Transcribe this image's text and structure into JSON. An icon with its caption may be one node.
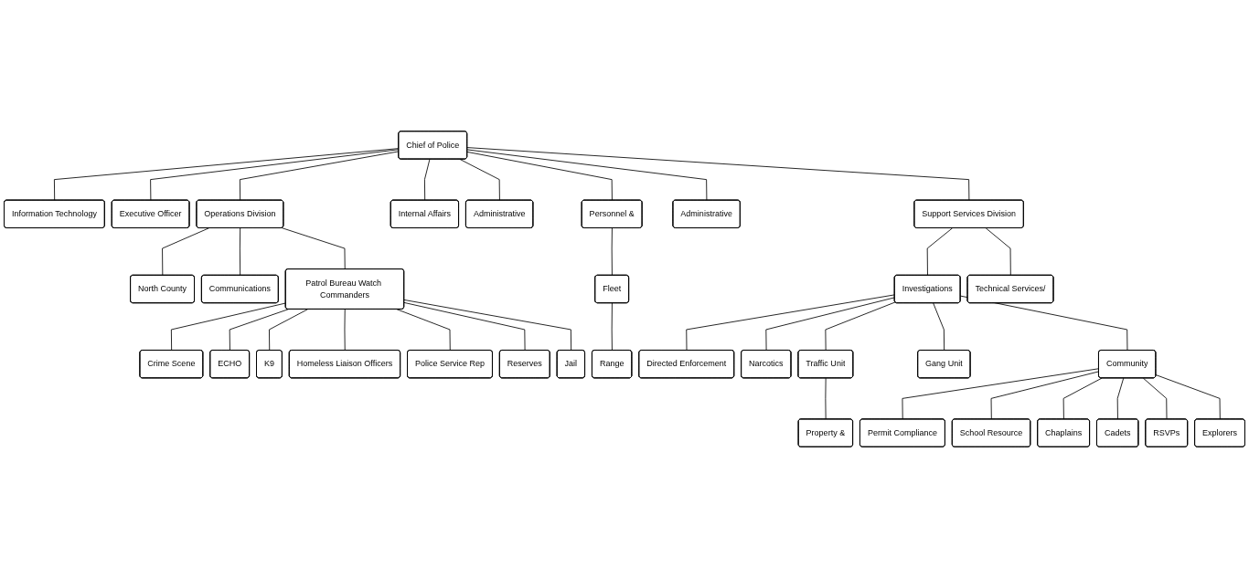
{
  "diagram": {
    "nodes": [
      {
        "text": [
          "Chief of Police"
        ]
      },
      {
        "text": [
          "Information Technology"
        ]
      },
      {
        "text": [
          "Executive Officer"
        ]
      },
      {
        "text": [
          "Operations Division"
        ]
      },
      {
        "text": [
          "Internal Affairs"
        ]
      },
      {
        "text": [
          "Administrative"
        ]
      },
      {
        "text": [
          "Personnel &"
        ]
      },
      {
        "text": [
          "Administrative"
        ]
      },
      {
        "text": [
          "Support Services Division"
        ]
      },
      {
        "text": [
          "North County"
        ]
      },
      {
        "text": [
          "Communications"
        ]
      },
      {
        "text": [
          "Patrol Bureau Watch Commanders"
        ]
      },
      {
        "text": [
          "Fleet"
        ]
      },
      {
        "text": [
          "Range"
        ]
      },
      {
        "text": [
          "Investigations"
        ]
      },
      {
        "text": [
          "Technical Services/"
        ]
      },
      {
        "text": [
          "Directed Enforcement"
        ]
      },
      {
        "text": [
          "Narcotics"
        ]
      },
      {
        "text": [
          "Crime Scene"
        ]
      },
      {
        "text": [
          "ECHO"
        ]
      },
      {
        "text": [
          "K9"
        ]
      },
      {
        "text": [
          "Homeless Liaison Officers"
        ]
      },
      {
        "text": [
          "Police Service Rep"
        ]
      },
      {
        "text": [
          "Reserves"
        ]
      },
      {
        "text": [
          "Jail"
        ]
      },
      {
        "text": [
          "Traffic Unit"
        ]
      },
      {
        "text": [
          "Gang Unit"
        ]
      },
      {
        "text": [
          "Property &"
        ]
      },
      {
        "text": [
          "Community"
        ]
      },
      {
        "text": [
          "Permit Compliance"
        ]
      },
      {
        "text": [
          "School Resource"
        ]
      },
      {
        "text": [
          "Chaplains"
        ]
      },
      {
        "text": [
          "Cadets"
        ]
      },
      {
        "text": [
          "RSVPs"
        ]
      },
      {
        "text": [
          "Explorers"
        ]
      }
    ],
    "edges": [
      {
        "from": 0,
        "to": 1,
        "arrow": "none"
      },
      {
        "from": 0,
        "to": 2,
        "arrow": "none"
      },
      {
        "from": 0,
        "to": 3,
        "arrow": "none"
      },
      {
        "from": 0,
        "to": 4,
        "arrow": "none"
      },
      {
        "from": 0,
        "to": 5,
        "arrow": "none"
      },
      {
        "from": 0,
        "to": 6,
        "arrow": "none"
      },
      {
        "from": 0,
        "to": 7,
        "arrow": "none"
      },
      {
        "from": 0,
        "to": 8,
        "arrow": "none"
      },
      {
        "from": 3,
        "to": 9,
        "arrow": "none"
      },
      {
        "from": 3,
        "to": 10,
        "arrow": "none"
      },
      {
        "from": 3,
        "to": 11,
        "arrow": "none"
      },
      {
        "from": 6,
        "to": 12,
        "arrow": "none"
      },
      {
        "from": 12,
        "to": 13,
        "arrow": "none"
      },
      {
        "from": 8,
        "to": 14,
        "arrow": "none"
      },
      {
        "from": 8,
        "to": 15,
        "arrow": "none"
      },
      {
        "from": 14,
        "to": 16,
        "arrow": "none"
      },
      {
        "from": 14,
        "to": 17,
        "arrow": "none"
      },
      {
        "from": 11,
        "to": 18,
        "arrow": "none"
      },
      {
        "from": 11,
        "to": 19,
        "arrow": "none"
      },
      {
        "from": 11,
        "to": 20,
        "arrow": "none"
      },
      {
        "from": 11,
        "to": 21,
        "arrow": "none"
      },
      {
        "from": 11,
        "to": 22,
        "arrow": "none"
      },
      {
        "from": 11,
        "to": 23,
        "arrow": "none"
      },
      {
        "from": 11,
        "to": 24,
        "arrow": "none"
      },
      {
        "from": 14,
        "to": 25,
        "arrow": "none"
      },
      {
        "from": 14,
        "to": 26,
        "arrow": "none"
      },
      {
        "from": 25,
        "to": 27,
        "arrow": "none"
      },
      {
        "from": 14,
        "to": 28,
        "arrow": "none"
      },
      {
        "from": 28,
        "to": 29,
        "arrow": "none"
      },
      {
        "from": 28,
        "to": 30,
        "arrow": "none"
      },
      {
        "from": 28,
        "to": 31,
        "arrow": "none"
      },
      {
        "from": 28,
        "to": 32,
        "arrow": "none"
      },
      {
        "from": 28,
        "to": 33,
        "arrow": "none"
      },
      {
        "from": 28,
        "to": 34,
        "arrow": "none"
      }
    ]
  }
}
